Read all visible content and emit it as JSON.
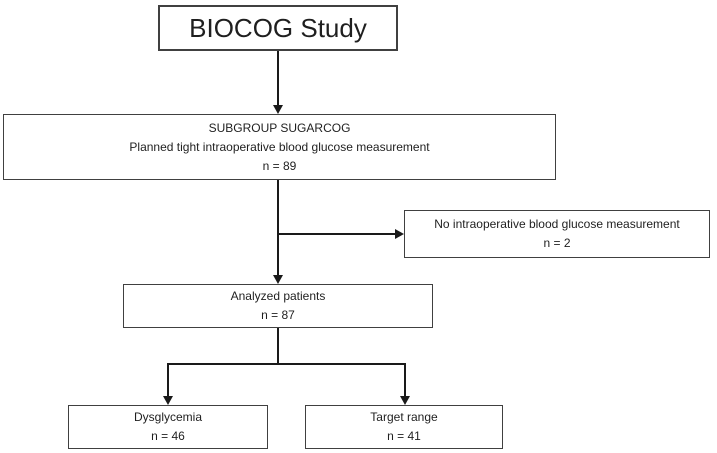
{
  "flowchart": {
    "biocog": {
      "title": "BIOCOG Study"
    },
    "subgroup": {
      "title": "SUBGROUP SUGARCOG",
      "subtitle": "Planned tight intraoperative blood glucose measurement",
      "count": "n = 89"
    },
    "excluded": {
      "title": "No intraoperative blood glucose measurement",
      "count": "n = 2"
    },
    "analyzed": {
      "title": "Analyzed patients",
      "count": "n = 87"
    },
    "dysglycemia": {
      "title": "Dysglycemia",
      "count": "n = 46"
    },
    "target_range": {
      "title": "Target range",
      "count": "n = 41"
    }
  },
  "colors": {
    "box_border": "#404040",
    "connector": "#1a1a1a",
    "background": "#ffffff",
    "text": "#1f1f1f"
  }
}
